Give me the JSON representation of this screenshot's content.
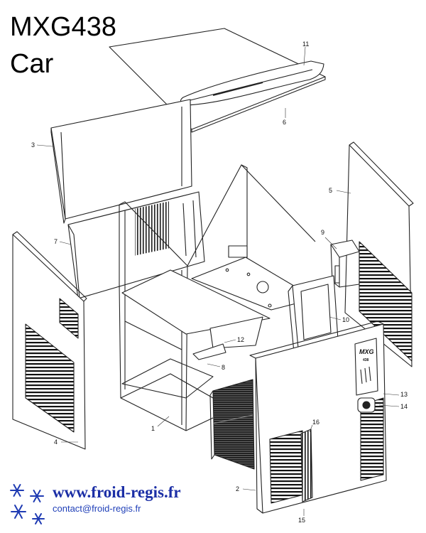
{
  "title": {
    "line1": "MXG438",
    "line2": "Car"
  },
  "callouts": [
    {
      "id": "1",
      "label": "1"
    },
    {
      "id": "2",
      "label": "2"
    },
    {
      "id": "3",
      "label": "3"
    },
    {
      "id": "4",
      "label": "4"
    },
    {
      "id": "5",
      "label": "5"
    },
    {
      "id": "6",
      "label": "6"
    },
    {
      "id": "7",
      "label": "7"
    },
    {
      "id": "8",
      "label": "8"
    },
    {
      "id": "9",
      "label": "9"
    },
    {
      "id": "10",
      "label": "10"
    },
    {
      "id": "11",
      "label": "11"
    },
    {
      "id": "12",
      "label": "12"
    },
    {
      "id": "13",
      "label": "13"
    },
    {
      "id": "14",
      "label": "14"
    },
    {
      "id": "15",
      "label": "15"
    },
    {
      "id": "16",
      "label": "16"
    }
  ],
  "panel_brand": {
    "name": "MXG",
    "model": "438"
  },
  "footer": {
    "url": "www.froid-regis.fr",
    "email": "contact@froid-regis.fr"
  },
  "colors": {
    "line": "#222222",
    "url": "#1c2fa6",
    "logo_blue": "#1f3bb3"
  },
  "logo_icon": "snowflake-icon"
}
